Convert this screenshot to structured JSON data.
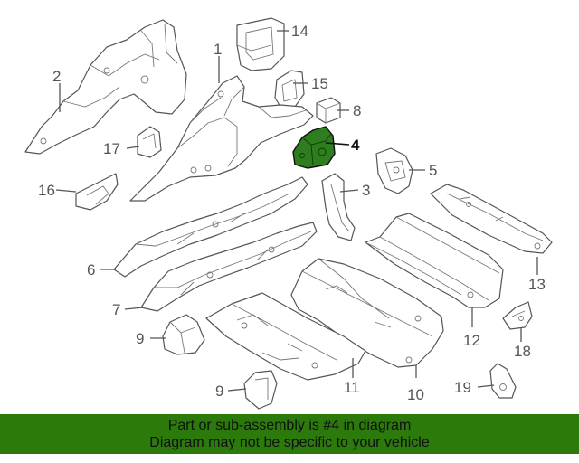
{
  "banner": {
    "line1": "Part or sub-assembly is #4 in diagram",
    "line2": "Diagram may not be specific to your vehicle",
    "background": "#2b7a0b"
  },
  "diagram": {
    "highlighted_part": "4",
    "highlight_color": "#2e7d1e",
    "callouts": {
      "c1": "1",
      "c2": "2",
      "c3": "3",
      "c4": "4",
      "c5": "5",
      "c6": "6",
      "c7": "7",
      "c8": "8",
      "c9a": "9",
      "c9b": "9",
      "c10": "10",
      "c11": "11",
      "c12": "12",
      "c13": "13",
      "c14": "14",
      "c15": "15",
      "c16": "16",
      "c17": "17",
      "c18": "18",
      "c19": "19"
    }
  }
}
